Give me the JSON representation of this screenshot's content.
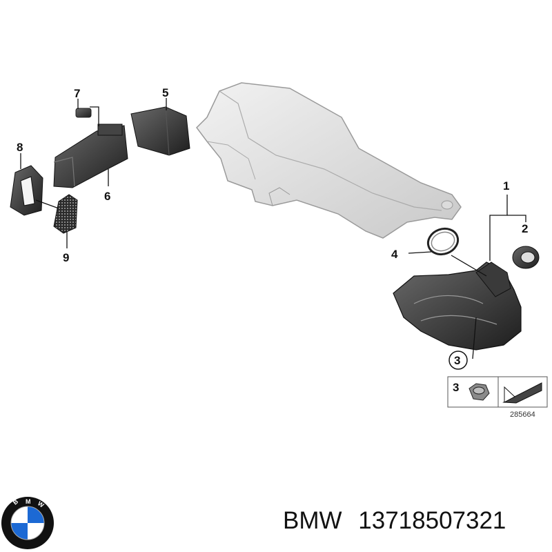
{
  "callouts": {
    "c1": "1",
    "c2": "2",
    "c3": "3",
    "c4": "4",
    "c5": "5",
    "c6": "6",
    "c7": "7",
    "c8": "8",
    "c9": "9"
  },
  "legend": {
    "index": "3",
    "reference_number": "285664"
  },
  "caption": {
    "brand": "BMW",
    "part_number": "13718507321"
  },
  "logo": {
    "text": "BMW",
    "colors": {
      "blue": "#1c69d4",
      "ring": "#111111",
      "white": "#ffffff"
    }
  }
}
